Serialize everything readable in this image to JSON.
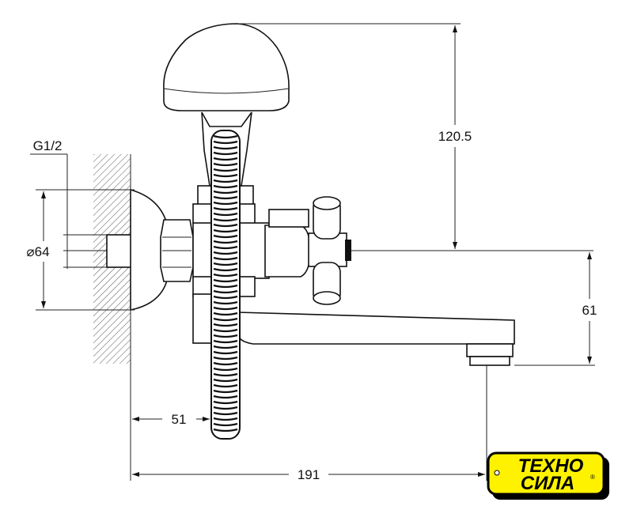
{
  "drawing": {
    "title": "Bath mixer with shower holder – dimension drawing",
    "dimensions": {
      "thread": "G1/2",
      "flange_diameter": "⌀64",
      "head_height": "120.5",
      "spout_height": "61",
      "wall_to_hose": "51",
      "spout_reach": "191"
    }
  },
  "logo": {
    "line1": "ТЕХНО",
    "line2": "СИЛА",
    "registered": "®",
    "color": "#fff200"
  }
}
